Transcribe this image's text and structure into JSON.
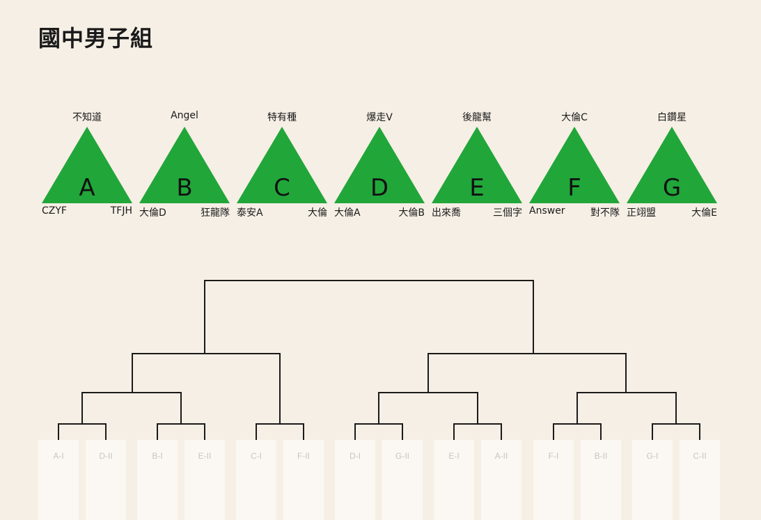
{
  "title": "國中男子組",
  "groups": [
    {
      "letter": "A",
      "top": "不知道",
      "bottom_left": "CZYF",
      "bottom_right": "TFJH"
    },
    {
      "letter": "B",
      "top": "Angel",
      "bottom_left": "大倫D",
      "bottom_right": "狂龍隊"
    },
    {
      "letter": "C",
      "top": "特有種",
      "bottom_left": "泰安A",
      "bottom_right": "大倫"
    },
    {
      "letter": "D",
      "top": "爆走V",
      "bottom_left": "大倫A",
      "bottom_right": "大倫B"
    },
    {
      "letter": "E",
      "top": "後龍幫",
      "bottom_left": "出來喬",
      "bottom_right": "三個字"
    },
    {
      "letter": "F",
      "top": "大倫C",
      "bottom_left": "Answer",
      "bottom_right": "對不隊"
    },
    {
      "letter": "G",
      "top": "白鑽星",
      "bottom_left": "正翊盟",
      "bottom_right": "大倫E"
    }
  ],
  "slots": [
    "A-I",
    "D-II",
    "B-I",
    "E-II",
    "C-I",
    "F-II",
    "D-I",
    "G-II",
    "E-I",
    "A-II",
    "F-I",
    "B-II",
    "G-I",
    "C-II"
  ],
  "colors": {
    "background": "#f6efe5",
    "triangle": "#21a63a",
    "slot": "#fbf8f3",
    "line": "#1a1a1a"
  }
}
